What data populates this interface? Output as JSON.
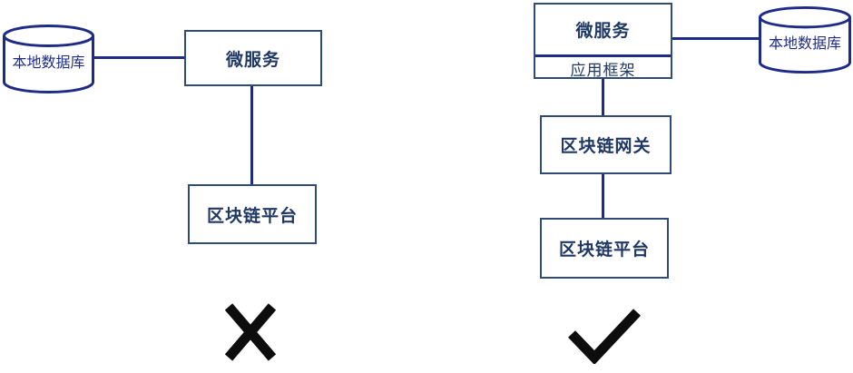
{
  "colors": {
    "line_navy": "#1f2c87",
    "box_border": "#2e4c77",
    "box_text": "#1f3864",
    "mark_black": "#0d0d0d",
    "background": "#ffffff"
  },
  "left_diagram": {
    "database_label": "本地数据库",
    "microservice_label": "微服务",
    "blockchain_platform_label": "区块链平台",
    "verdict_icon": "cross-mark"
  },
  "right_diagram": {
    "microservice_label": "微服务",
    "app_framework_label": "应用框架",
    "database_label": "本地数据库",
    "blockchain_gateway_label": "区块链网关",
    "blockchain_platform_label": "区块链平台",
    "verdict_icon": "check-mark"
  }
}
